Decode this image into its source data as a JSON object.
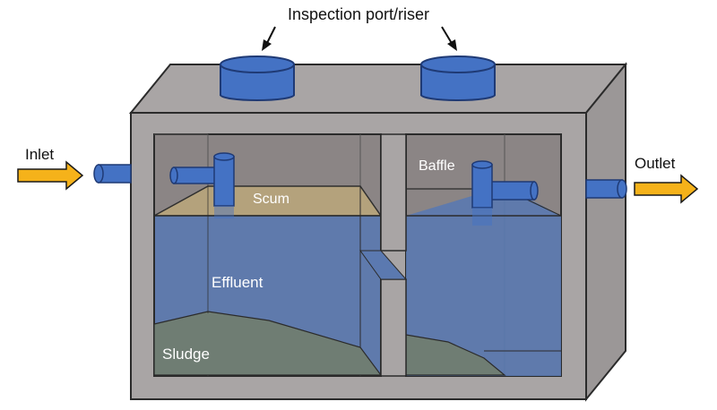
{
  "labels": {
    "inspection": "Inspection port/riser",
    "inlet": "Inlet",
    "outlet": "Outlet",
    "baffle": "Baffle",
    "scum": "Scum",
    "effluent": "Effluent",
    "sludge": "Sludge"
  },
  "colors": {
    "concrete": "#a9a5a5",
    "interior": "#8b8585",
    "outline": "#2b2b2b",
    "pipe": "#4472c4",
    "pipe_outline": "#1f3a75",
    "water": "#5b79b0",
    "scum": "#b7a47c",
    "sludge": "#6f7d73",
    "arrow": "#f5b21a"
  }
}
